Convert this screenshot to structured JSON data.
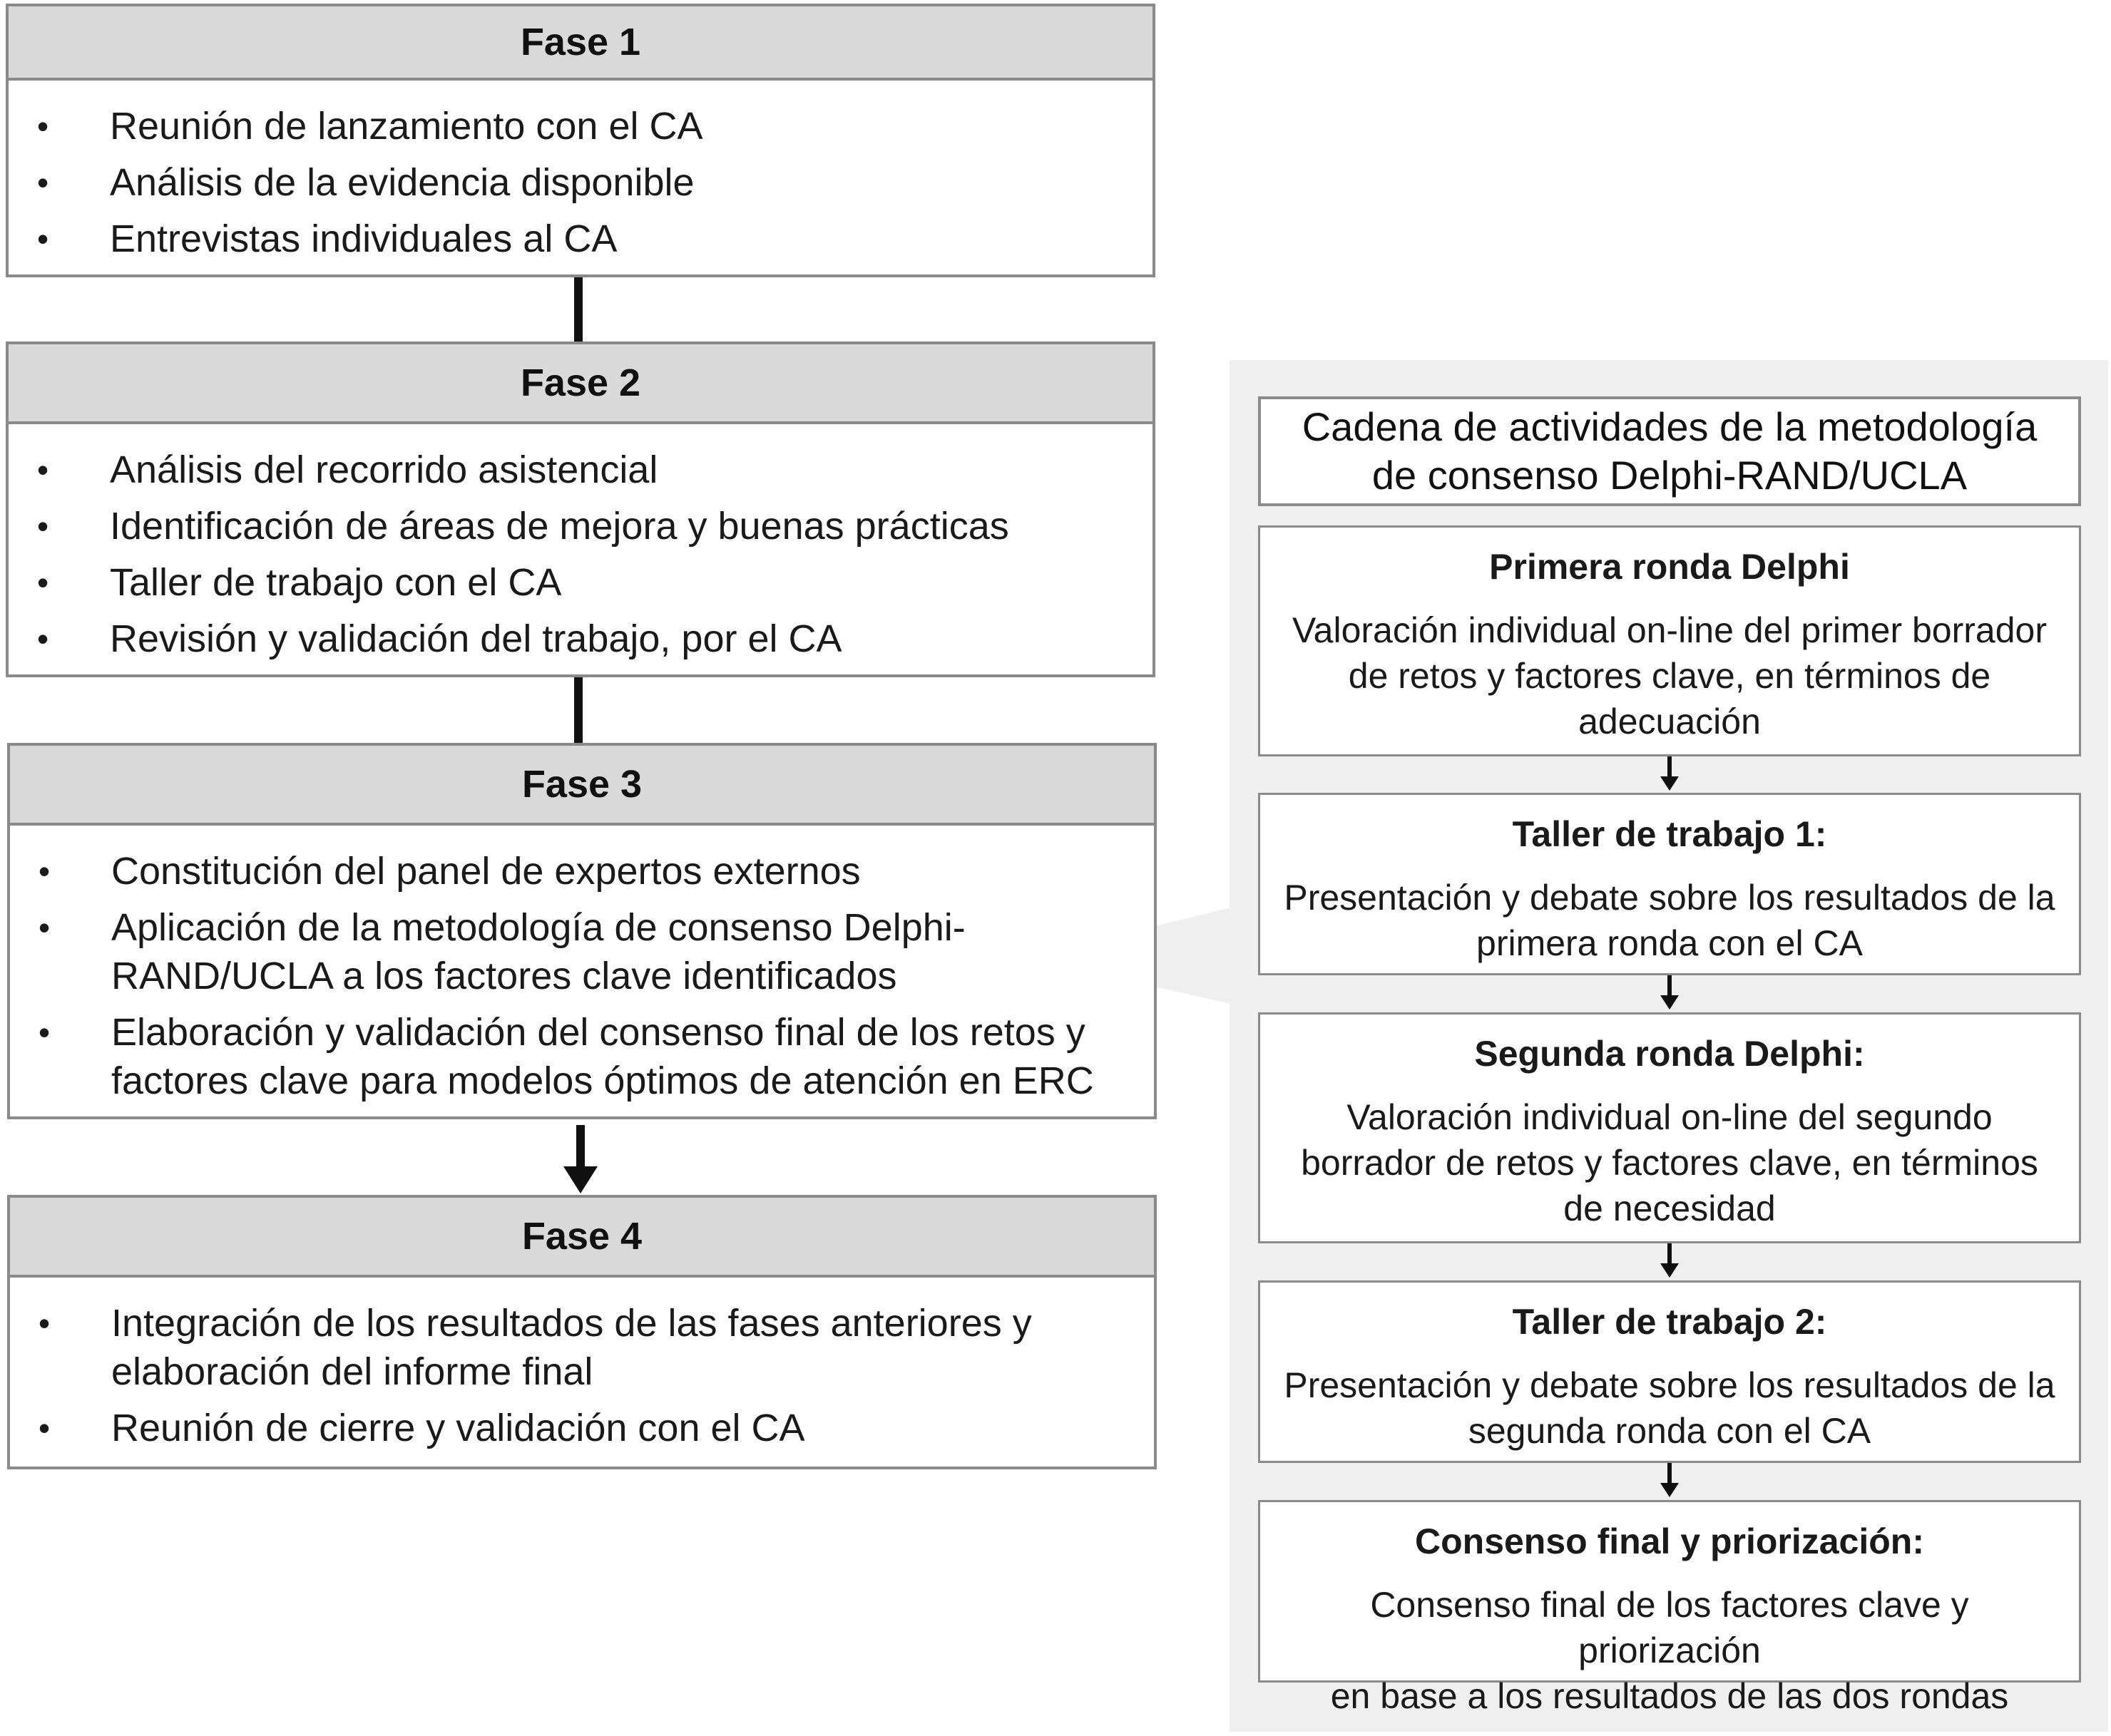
{
  "phases": [
    {
      "title": "Fase 1",
      "items": [
        "Reunión de lanzamiento con el CA",
        "Análisis de la evidencia disponible",
        "Entrevistas individuales al CA"
      ]
    },
    {
      "title": "Fase 2",
      "items": [
        "Análisis del recorrido asistencial",
        "Identificación de áreas de mejora y buenas prácticas",
        "Taller de trabajo con el CA",
        "Revisión y validación del trabajo, por el CA"
      ]
    },
    {
      "title": "Fase 3",
      "items": [
        "Constitución del panel de expertos externos",
        "Aplicación de la metodología de consenso Delphi-\nRAND/UCLA a los factores clave identificados",
        "Elaboración y validación del consenso final de los retos y\nfactores clave para modelos óptimos de atención en ERC"
      ]
    },
    {
      "title": "Fase 4",
      "items": [
        "Integración de los resultados de las fases anteriores y\nelaboración del informe final",
        "Reunión de cierre y validación con el CA"
      ]
    }
  ],
  "methodology": {
    "title": "Cadena de actividades de la metodología\nde consenso Delphi-RAND/UCLA",
    "steps": [
      {
        "title": "Primera ronda Delphi",
        "desc": "Valoración individual on-line del primer borrador\nde retos y factores clave, en términos de\nadecuación"
      },
      {
        "title": "Taller de trabajo 1:",
        "desc": "Presentación y debate sobre los resultados de la\nprimera ronda con el CA"
      },
      {
        "title": "Segunda ronda Delphi:",
        "desc": "Valoración individual on-line del segundo\nborrador de retos y factores clave, en términos\nde necesidad"
      },
      {
        "title": "Taller de trabajo 2:",
        "desc": "Presentación y debate sobre los resultados de la\nsegunda ronda con el CA"
      },
      {
        "title": "Consenso final y priorización:",
        "desc": "Consenso final de los factores clave y priorización\nen base a los resultados de las dos rondas"
      }
    ]
  },
  "colors": {
    "header_fill": "#d9d9d9",
    "border": "#8a8a8a",
    "panel_fill": "#efefef",
    "connector": "#111111"
  }
}
